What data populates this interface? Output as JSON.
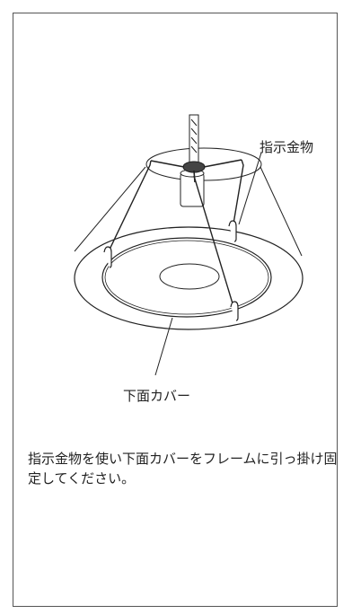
{
  "diagram": {
    "labels": {
      "bracket": "指示金物",
      "bottom_cover": "下面カバー"
    }
  },
  "instruction": "指示金物を使い下面カバーをフレームに引っ掛け固定してください。"
}
